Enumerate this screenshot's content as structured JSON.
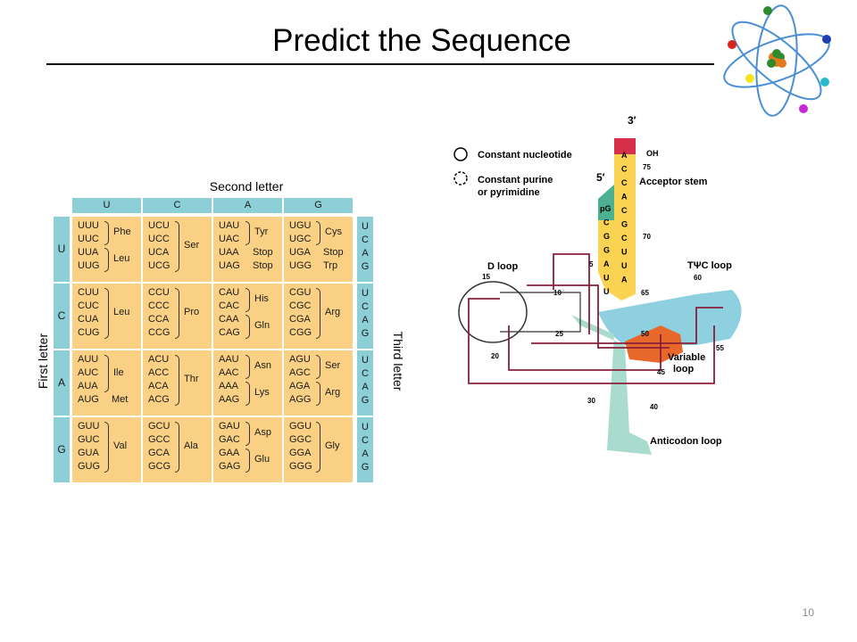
{
  "slide": {
    "title": "Predict the Sequence",
    "page_number": "10"
  },
  "codon_table": {
    "second_letter_label": "Second letter",
    "first_letter_label": "First letter",
    "third_letter_label": "Third letter",
    "second_letters": [
      "U",
      "C",
      "A",
      "G"
    ],
    "first_letters": [
      "U",
      "C",
      "A",
      "G"
    ],
    "third_letters": [
      "U",
      "C",
      "A",
      "G"
    ],
    "rows": [
      {
        "cells": [
          {
            "codons": [
              "UUU",
              "UUC",
              "UUA",
              "UUG"
            ],
            "aa": [
              {
                "name": "Phe",
                "span": [
                  0,
                  1
                ]
              },
              {
                "name": "Leu",
                "span": [
                  2,
                  3
                ]
              }
            ]
          },
          {
            "codons": [
              "UCU",
              "UCC",
              "UCA",
              "UCG"
            ],
            "aa": [
              {
                "name": "Ser",
                "span": [
                  0,
                  3
                ]
              }
            ]
          },
          {
            "codons": [
              "UAU",
              "UAC",
              "UAA",
              "UAG"
            ],
            "aa": [
              {
                "name": "Tyr",
                "span": [
                  0,
                  1
                ]
              },
              {
                "name": "Stop",
                "span": [
                  2,
                  2
                ]
              },
              {
                "name": "Stop",
                "span": [
                  3,
                  3
                ]
              }
            ]
          },
          {
            "codons": [
              "UGU",
              "UGC",
              "UGA",
              "UGG"
            ],
            "aa": [
              {
                "name": "Cys",
                "span": [
                  0,
                  1
                ]
              },
              {
                "name": "Stop",
                "span": [
                  2,
                  2
                ]
              },
              {
                "name": "Trp",
                "span": [
                  3,
                  3
                ]
              }
            ]
          }
        ]
      },
      {
        "cells": [
          {
            "codons": [
              "CUU",
              "CUC",
              "CUA",
              "CUG"
            ],
            "aa": [
              {
                "name": "Leu",
                "span": [
                  0,
                  3
                ]
              }
            ]
          },
          {
            "codons": [
              "CCU",
              "CCC",
              "CCA",
              "CCG"
            ],
            "aa": [
              {
                "name": "Pro",
                "span": [
                  0,
                  3
                ]
              }
            ]
          },
          {
            "codons": [
              "CAU",
              "CAC",
              "CAA",
              "CAG"
            ],
            "aa": [
              {
                "name": "His",
                "span": [
                  0,
                  1
                ]
              },
              {
                "name": "Gln",
                "span": [
                  2,
                  3
                ]
              }
            ]
          },
          {
            "codons": [
              "CGU",
              "CGC",
              "CGA",
              "CGG"
            ],
            "aa": [
              {
                "name": "Arg",
                "span": [
                  0,
                  3
                ]
              }
            ]
          }
        ]
      },
      {
        "cells": [
          {
            "codons": [
              "AUU",
              "AUC",
              "AUA",
              "AUG"
            ],
            "aa": [
              {
                "name": "Ile",
                "span": [
                  0,
                  2
                ]
              },
              {
                "name": "Met",
                "span": [
                  3,
                  3
                ]
              }
            ]
          },
          {
            "codons": [
              "ACU",
              "ACC",
              "ACA",
              "ACG"
            ],
            "aa": [
              {
                "name": "Thr",
                "span": [
                  0,
                  3
                ]
              }
            ]
          },
          {
            "codons": [
              "AAU",
              "AAC",
              "AAA",
              "AAG"
            ],
            "aa": [
              {
                "name": "Asn",
                "span": [
                  0,
                  1
                ]
              },
              {
                "name": "Lys",
                "span": [
                  2,
                  3
                ]
              }
            ]
          },
          {
            "codons": [
              "AGU",
              "AGC",
              "AGA",
              "AGG"
            ],
            "aa": [
              {
                "name": "Ser",
                "span": [
                  0,
                  1
                ]
              },
              {
                "name": "Arg",
                "span": [
                  2,
                  3
                ]
              }
            ]
          }
        ]
      },
      {
        "cells": [
          {
            "codons": [
              "GUU",
              "GUC",
              "GUA",
              "GUG"
            ],
            "aa": [
              {
                "name": "Val",
                "span": [
                  0,
                  3
                ]
              }
            ]
          },
          {
            "codons": [
              "GCU",
              "GCC",
              "GCA",
              "GCG"
            ],
            "aa": [
              {
                "name": "Ala",
                "span": [
                  0,
                  3
                ]
              }
            ]
          },
          {
            "codons": [
              "GAU",
              "GAC",
              "GAA",
              "GAG"
            ],
            "aa": [
              {
                "name": "Asp",
                "span": [
                  0,
                  1
                ]
              },
              {
                "name": "Glu",
                "span": [
                  2,
                  3
                ]
              }
            ]
          },
          {
            "codons": [
              "GGU",
              "GGC",
              "GGA",
              "GGG"
            ],
            "aa": [
              {
                "name": "Gly",
                "span": [
                  0,
                  3
                ]
              }
            ]
          }
        ]
      }
    ]
  },
  "trna": {
    "legend": {
      "constant": "Constant nucleotide",
      "purine_line1": "Constant purine",
      "purine_line2": "or pyrimidine"
    },
    "labels": {
      "three_prime": "3′",
      "five_prime": "5′",
      "oh": "OH",
      "acceptor_stem": "Acceptor stem",
      "d_loop": "D loop",
      "tpsic_loop": "TΨC loop",
      "variable_loop_1": "Variable",
      "variable_loop_2": "loop",
      "anticodon_loop": "Anticodon loop"
    },
    "numbers": [
      "75",
      "70",
      "5",
      "65",
      "60",
      "10",
      "15",
      "25",
      "20",
      "50",
      "55",
      "45",
      "30",
      "40"
    ],
    "acceptor_5": [
      "pG",
      "C",
      "G",
      "G",
      "A",
      "U",
      "U"
    ],
    "acceptor_3": [
      "A",
      "C",
      "C",
      "A",
      "C",
      "G",
      "C",
      "U",
      "U",
      "A"
    ],
    "colors": {
      "acceptor": "#fbd352",
      "tpsic": "#8ecfe0",
      "anticodon": "#a9dccf",
      "variable": "#e8672a",
      "tip_red": "#d8304a",
      "tip_green": "#4bb191",
      "tertiary": "#8a1f3a"
    }
  },
  "atom_colors": [
    "#d9241c",
    "#2e8b2e",
    "#1f3fb5",
    "#c62ad6",
    "#f5e51a",
    "#25b9c9"
  ]
}
